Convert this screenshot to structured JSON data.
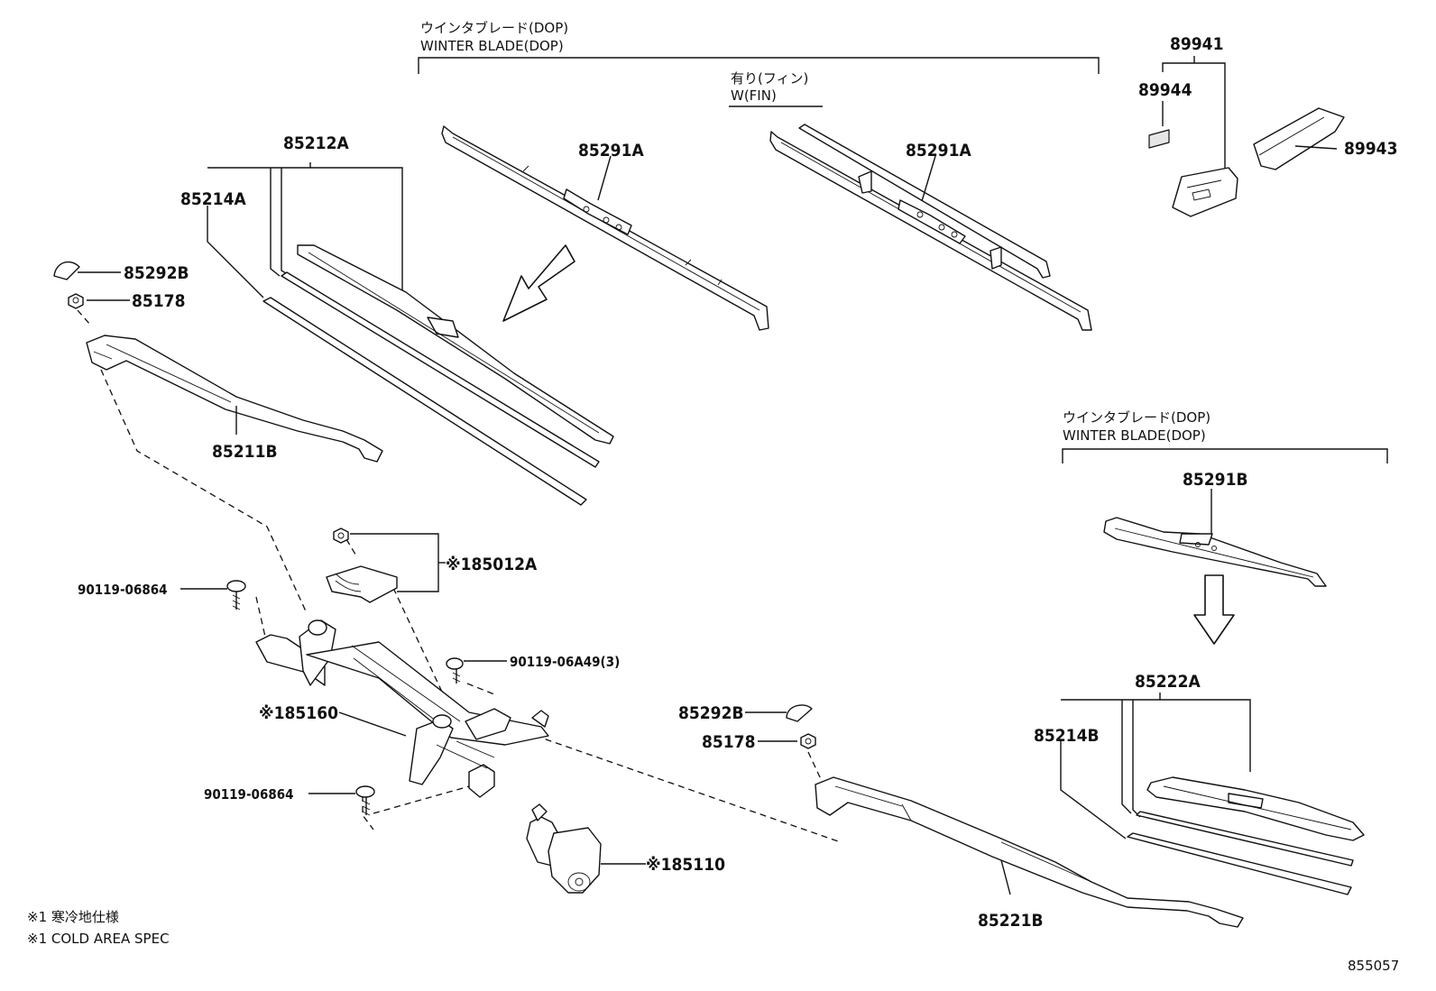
{
  "headers": {
    "winter_blade_top_jp": "ウインタブレード(DOP)",
    "winter_blade_top_en": "WINTER BLADE(DOP)",
    "fin_jp": "有り(フィン)",
    "fin_en": "W(FIN)",
    "winter_blade_right_jp": "ウインタブレード(DOP)",
    "winter_blade_right_en": "WINTER BLADE(DOP)"
  },
  "parts": {
    "p85212A": "85212A",
    "p85214A": "85214A",
    "p85291A_1": "85291A",
    "p85291A_2": "85291A",
    "p89941": "89941",
    "p89944": "89944",
    "p89943": "89943",
    "p85292B_left": "85292B",
    "p85178_left": "85178",
    "p85211B": "85211B",
    "p85012A": "※185012A",
    "p90119_06864_top": "90119-06864",
    "p90119_06A49": "90119-06A49(3)",
    "p85160": "※185160",
    "p90119_06864_bottom": "90119-06864",
    "p85110": "※185110",
    "p85292B_right": "85292B",
    "p85178_right": "85178",
    "p85221B": "85221B",
    "p85291B": "85291B",
    "p85222A": "85222A",
    "p85214B": "85214B"
  },
  "notes": {
    "line1": "※1 寒冷地仕様",
    "line2": "※1 COLD AREA SPEC"
  },
  "diagram_code": "855057"
}
